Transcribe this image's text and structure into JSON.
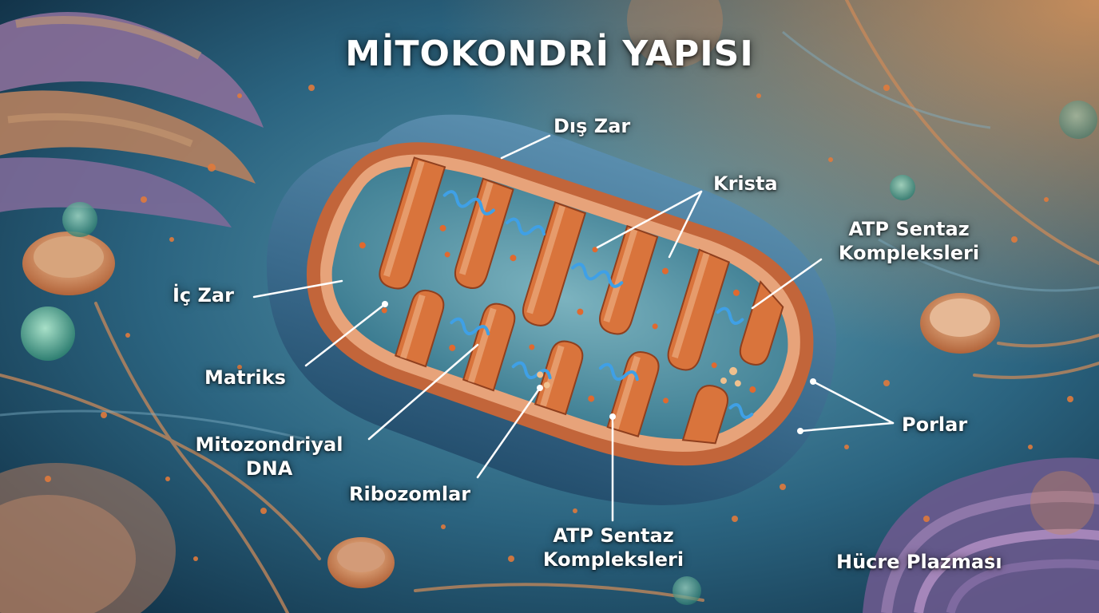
{
  "title": "MİTOKONDRİ YAPISI",
  "labels": {
    "dis_zar": "Dış Zar",
    "krista": "Krista",
    "atp_top_1": "ATP Sentaz",
    "atp_top_2": "Kompleksleri",
    "ic_zar": "İç Zar",
    "matriks": "Matriks",
    "mtdna_1": "Mitozondriyal",
    "mtdna_2": "DNA",
    "ribozomlar": "Ribozomlar",
    "atp_bottom_1": "ATP Sentaz",
    "atp_bottom_2": "Kompleksleri",
    "porlar": "Porlar",
    "hucre_plazmasi": "Hücre Plazması"
  },
  "colors": {
    "outer_membrane": "#3e6f8f",
    "inner_membrane": "#d9743c",
    "matrix": "#4f8ea0",
    "dna": "#3fa0e6",
    "ribosome": "#e0692f",
    "leader_line": "#ffffff"
  }
}
